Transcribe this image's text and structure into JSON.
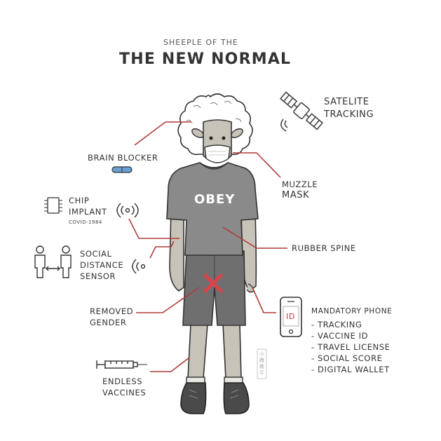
{
  "header": {
    "subtitle": "SHEEPLE OF THE",
    "title": "THE NEW NORMAL"
  },
  "figure": {
    "shirt_text": "OBEY",
    "stamp_text": "小跩赛平"
  },
  "labels": {
    "satelite": [
      "SATELITE",
      "TRACKING"
    ],
    "brain_blocker": "BRAIN BLOCKER",
    "muzzle": [
      "MUZZLE",
      "MASK"
    ],
    "chip": [
      "CHIP",
      "IMPLANT"
    ],
    "chip_note": "COVID-1984",
    "social": [
      "SOCIAL",
      "DISTANCE",
      "SENSOR"
    ],
    "rubber_spine": "RUBBER SPINE",
    "removed_gender": [
      "REMOVED",
      "GENDER"
    ],
    "phone_title": "MANDATORY PHONE",
    "phone_id": "ID",
    "phone_items": [
      "- TRACKING",
      "- VACCINE ID",
      "- TRAVEL LICENSE",
      "- SOCIAL SCORE",
      "- DIGITAL WALLET"
    ],
    "vaccines": [
      "ENDLESS",
      "VACCINES"
    ]
  },
  "icons": [
    "satellite-icon",
    "pill-icon",
    "chip-icon",
    "wireless-signal-icon",
    "distance-people-icon",
    "smartphone-icon",
    "syringe-icon",
    "red-x-mark"
  ],
  "colors": {
    "leader_line": "#b03a3a",
    "shirt": "#8a8a8a",
    "shorts": "#6f6f6f",
    "skin": "#c8c3b8",
    "red_x": "#d9444a"
  }
}
